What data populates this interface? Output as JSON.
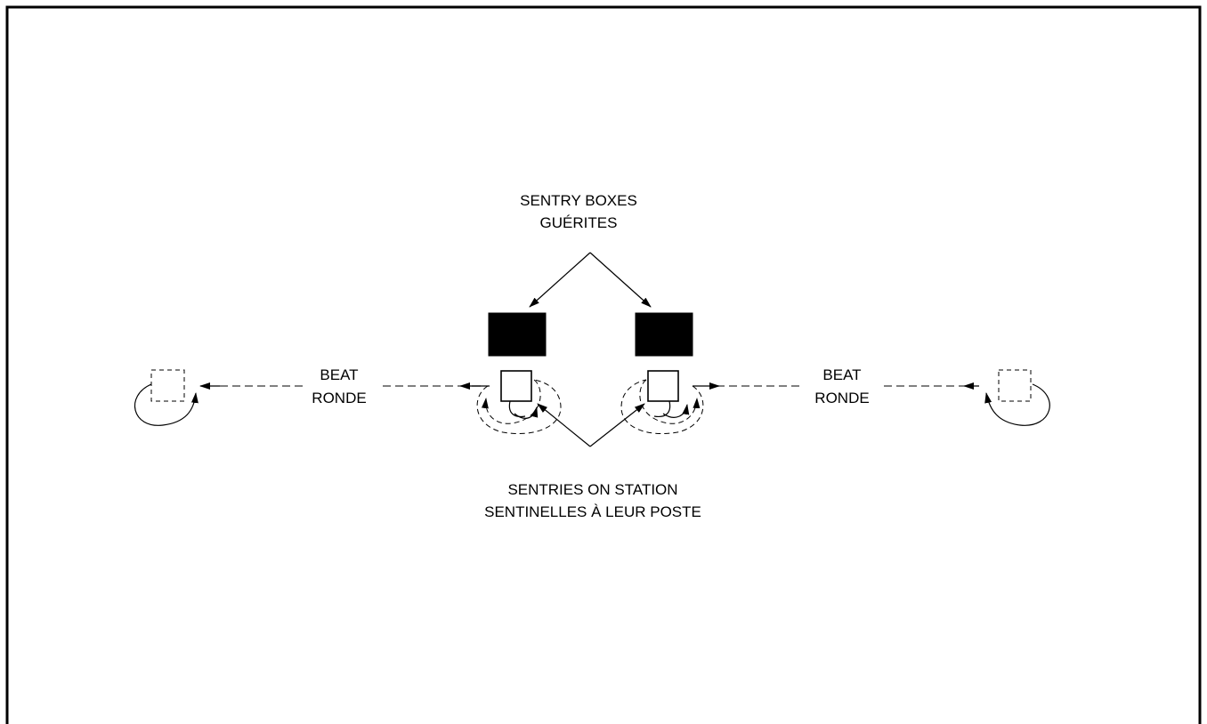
{
  "labels": {
    "sentry_boxes_en": "SENTRY BOXES",
    "sentry_boxes_fr": "GUÉRITES",
    "sentries_en": "SENTRIES ON STATION",
    "sentries_fr": "SENTINELLES À LEUR POSTE",
    "beat_left_en": "BEAT",
    "beat_left_fr": "RONDE",
    "beat_right_en": "BEAT",
    "beat_right_fr": "RONDE"
  },
  "colors": {
    "ink": "#000000",
    "paper": "#ffffff"
  }
}
